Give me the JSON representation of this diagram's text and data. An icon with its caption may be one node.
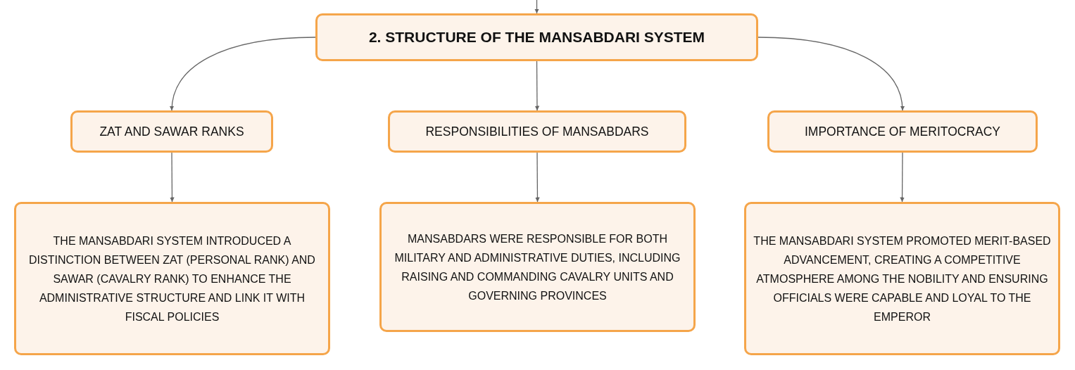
{
  "diagram": {
    "nodes": [
      {
        "text": [
          "2. STRUCTURE OF THE MANSABDARI SYSTEM"
        ]
      },
      {
        "text": [
          "ZAT AND SAWAR RANKS"
        ]
      },
      {
        "text": [
          "RESPONSIBILITIES OF MANSABDARS"
        ]
      },
      {
        "text": [
          "IMPORTANCE OF MERITOCRACY"
        ]
      },
      {
        "text": [
          "THE MANSABDARI SYSTEM INTRODUCED A DISTINCTION BETWEEN ZAT (PERSONAL RANK) AND SAWAR (CAVALRY RANK) TO ENHANCE THE ADMINISTRATIVE STRUCTURE AND LINK IT WITH FISCAL POLICIES"
        ]
      },
      {
        "text": [
          "MANSABDARS WERE RESPONSIBLE FOR BOTH MILITARY AND ADMINISTRATIVE DUTIES, INCLUDING RAISING AND COMMANDING CAVALRY UNITS AND GOVERNING PROVINCES"
        ]
      },
      {
        "text": [
          "THE MANSABDARI SYSTEM PROMOTED MERIT-BASED ADVANCEMENT, CREATING A COMPETITIVE ATMOSPHERE AMONG THE NOBILITY AND ENSURING OFFICIALS WERE CAPABLE AND LOYAL TO THE EMPEROR"
        ]
      }
    ],
    "edges": [
      {
        "from": null,
        "to": 0,
        "arrow": "to"
      },
      {
        "from": 0,
        "to": 1,
        "arrow": "to"
      },
      {
        "from": 0,
        "to": 2,
        "arrow": "to"
      },
      {
        "from": 0,
        "to": 3,
        "arrow": "to"
      },
      {
        "from": 1,
        "to": 4,
        "arrow": "to"
      },
      {
        "from": 2,
        "to": 5,
        "arrow": "to"
      },
      {
        "from": 3,
        "to": 6,
        "arrow": "to"
      }
    ]
  }
}
